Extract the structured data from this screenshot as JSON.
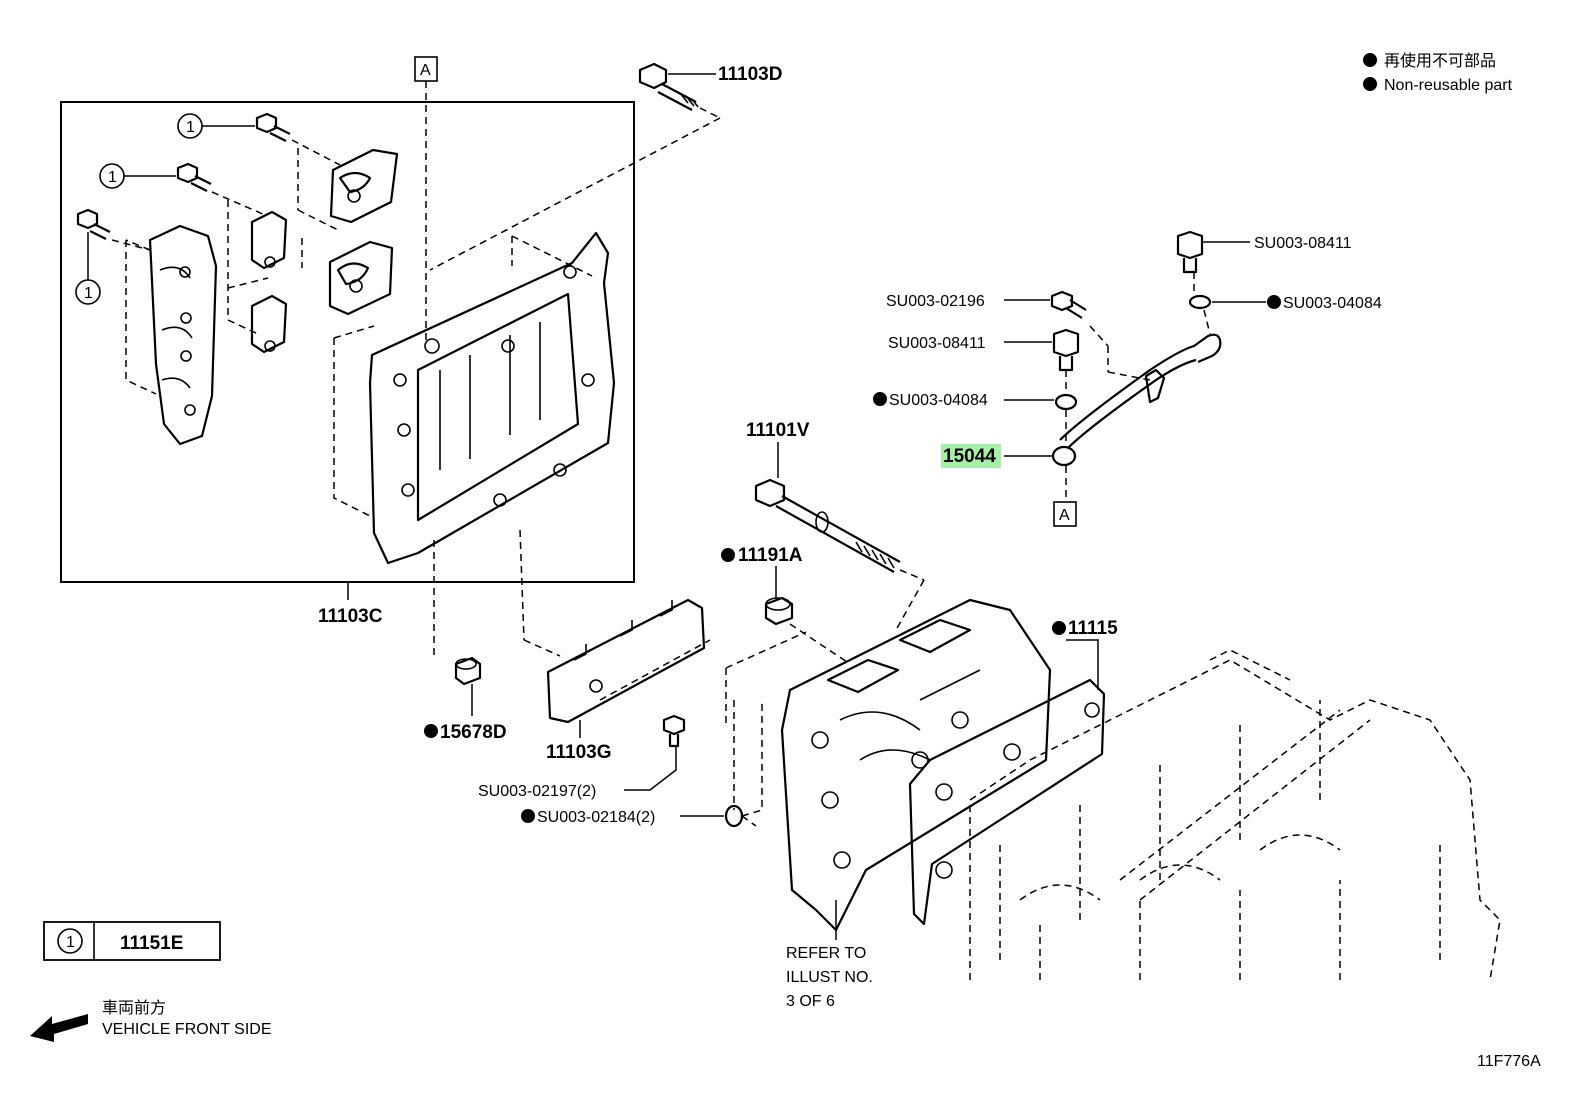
{
  "legend": {
    "jp": "再使用不可部品",
    "en": "Non-reusable part"
  },
  "labels": {
    "p11103D": "11103D",
    "p11103C": "11103C",
    "p11103G": "11103G",
    "p15678D": "15678D",
    "p11101V": "11101V",
    "p11191A": "11191A",
    "p11115": "11115",
    "p15044": "15044",
    "su_08411_top": "SU003-08411",
    "su_04084_top": "SU003-04084",
    "su_02196": "SU003-02196",
    "su_08411_mid": "SU003-08411",
    "su_04084_mid": "SU003-04084",
    "su_02197": "SU003-02197(2)",
    "su_02184": "SU003-02184(2)",
    "ref_a_top": "A",
    "ref_a_bottom": "A",
    "callout_1": "1",
    "refer_line1": "REFER TO",
    "refer_line2": "ILLUST NO.",
    "refer_line3": "3 OF 6"
  },
  "kit_table": {
    "key": "1",
    "part": "11151E"
  },
  "front": {
    "jp": "車両前方",
    "en": "VEHICLE FRONT SIDE"
  },
  "illustration_code": "11F776A",
  "highlight_color": "#a6f0a6"
}
